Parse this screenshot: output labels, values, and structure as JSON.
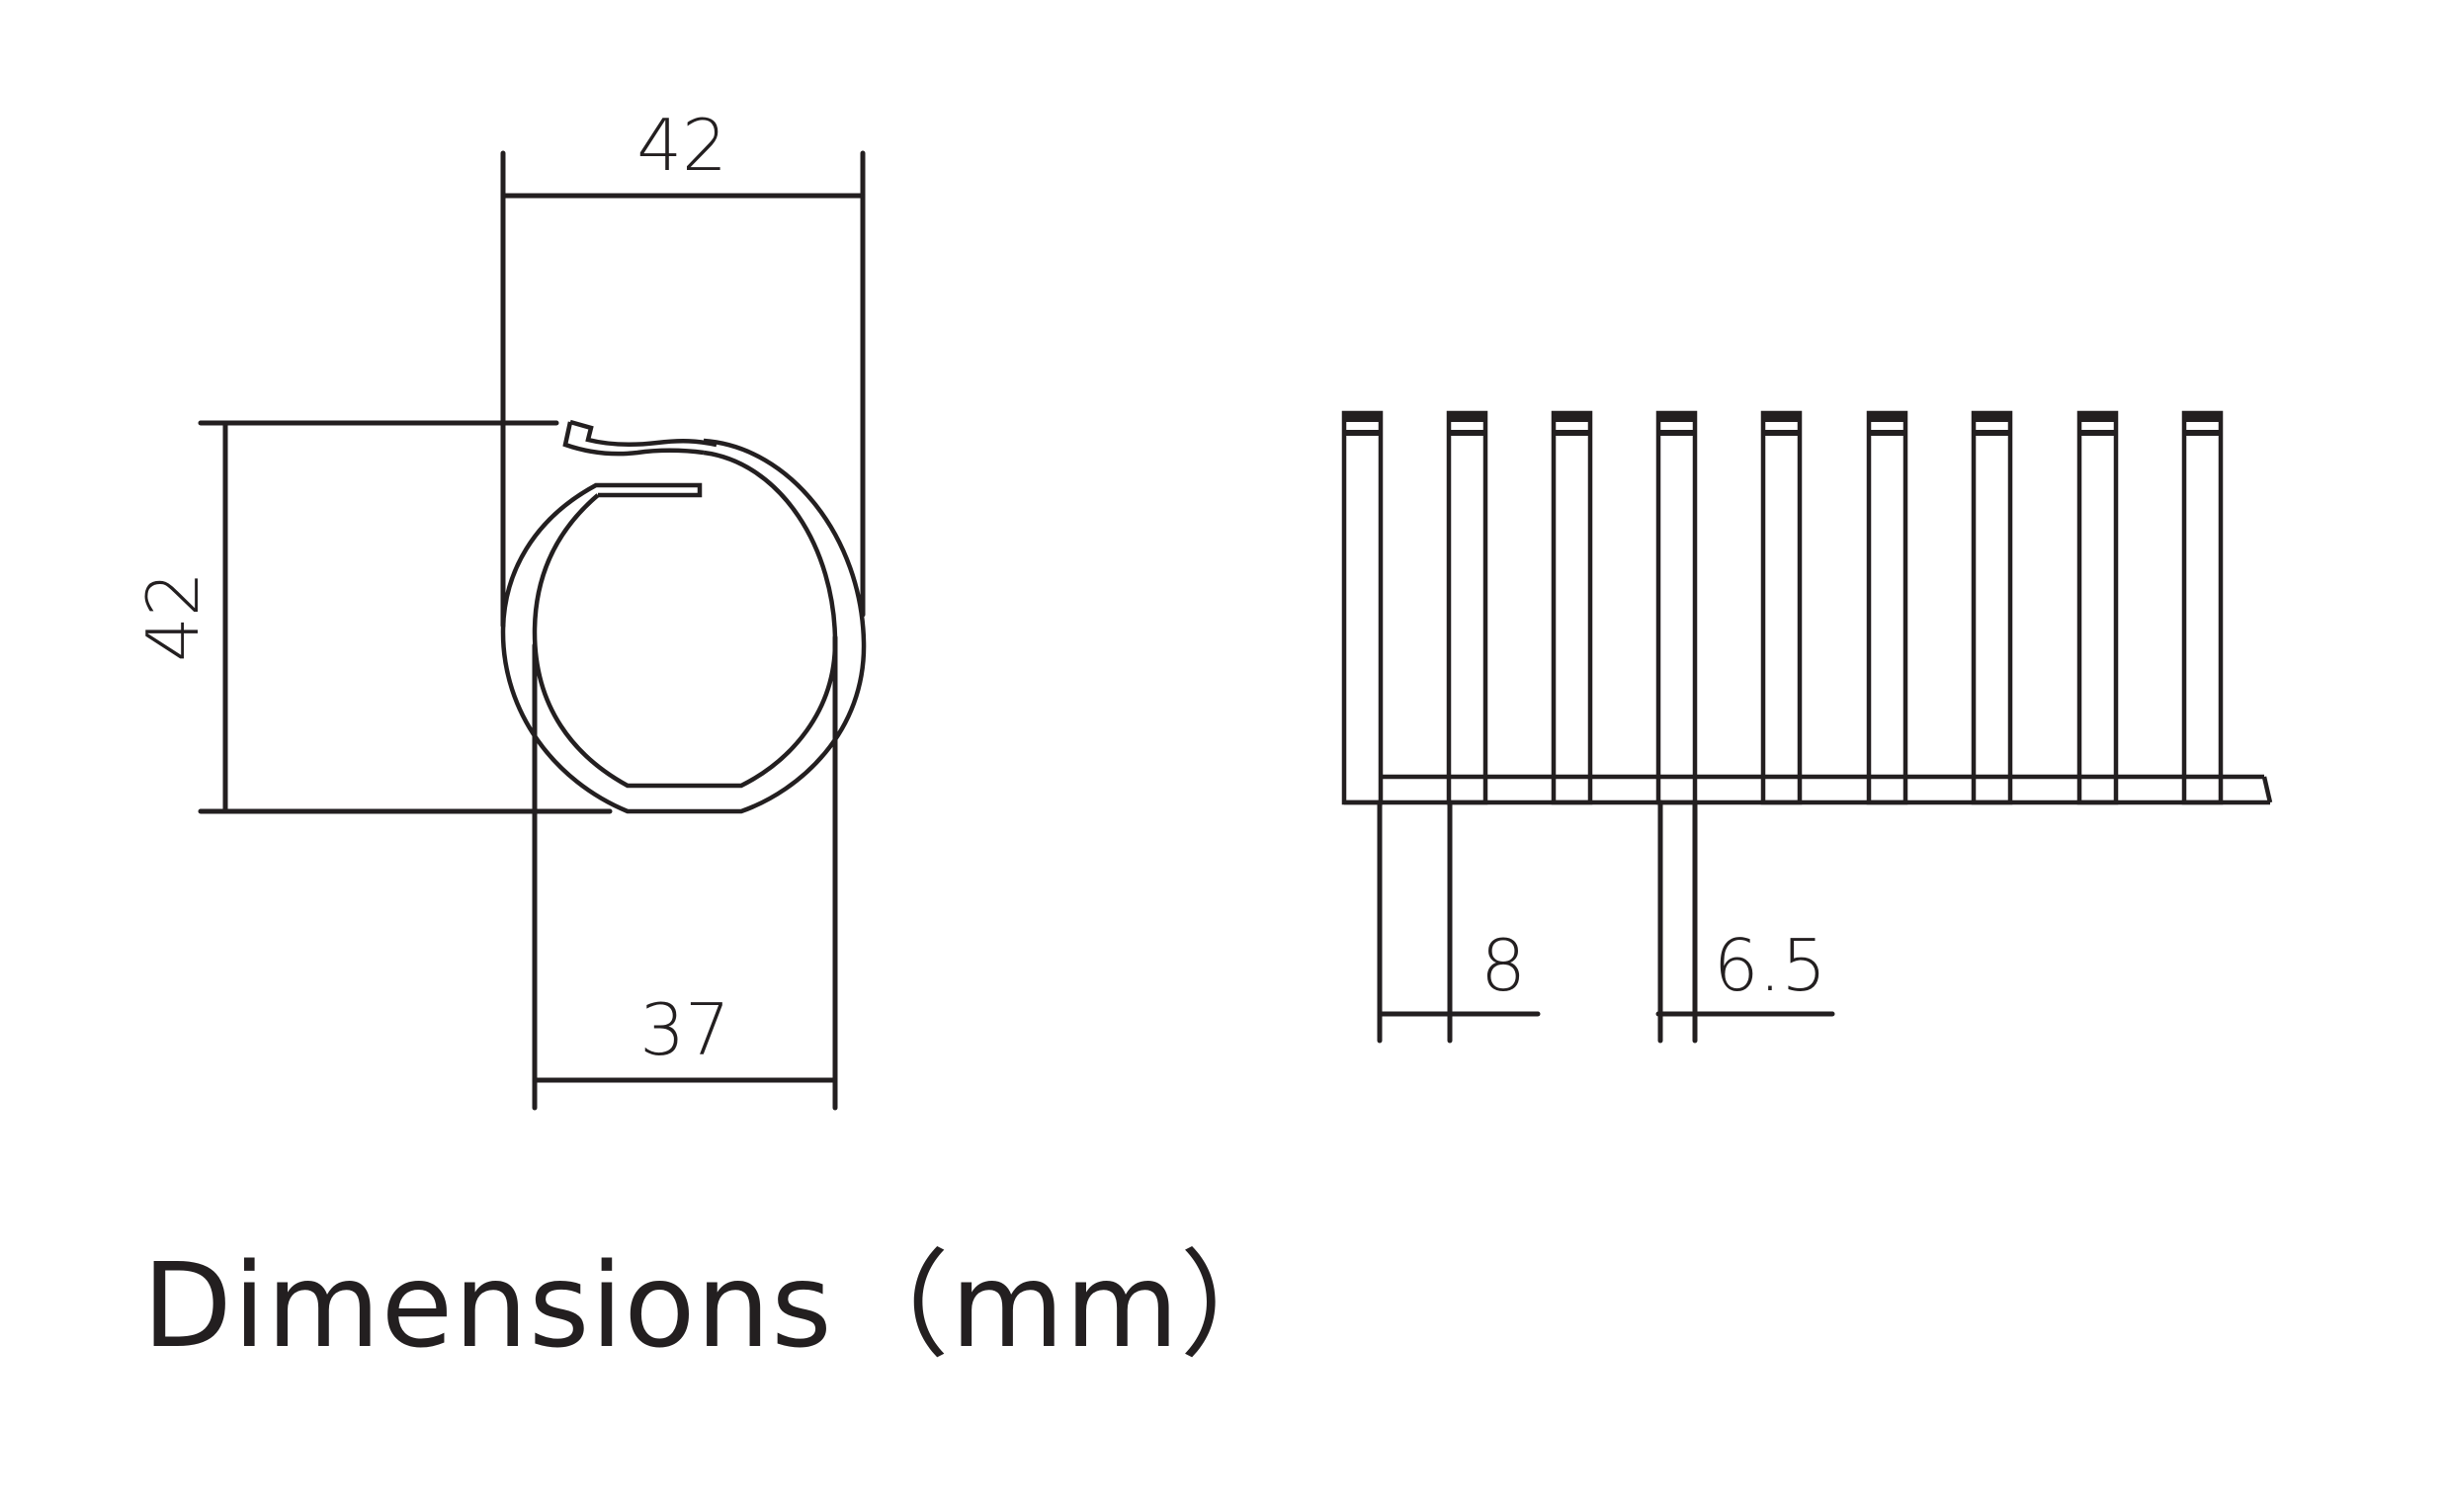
{
  "title": {
    "label": "Dimensions",
    "unit_open": "（",
    "unit": "mm",
    "unit_close": "）"
  },
  "colors": {
    "line": "#231f20",
    "background": "#ffffff"
  },
  "front_view": {
    "name": "ring cross-section (end view)",
    "dimensions": {
      "outer_width": "42",
      "outer_height": "42",
      "inner_width": "37"
    }
  },
  "side_view": {
    "name": "binding spine comb (side view)",
    "teeth_count": 9,
    "dimensions": {
      "pitch": "8",
      "tooth_width": "6.5"
    }
  }
}
